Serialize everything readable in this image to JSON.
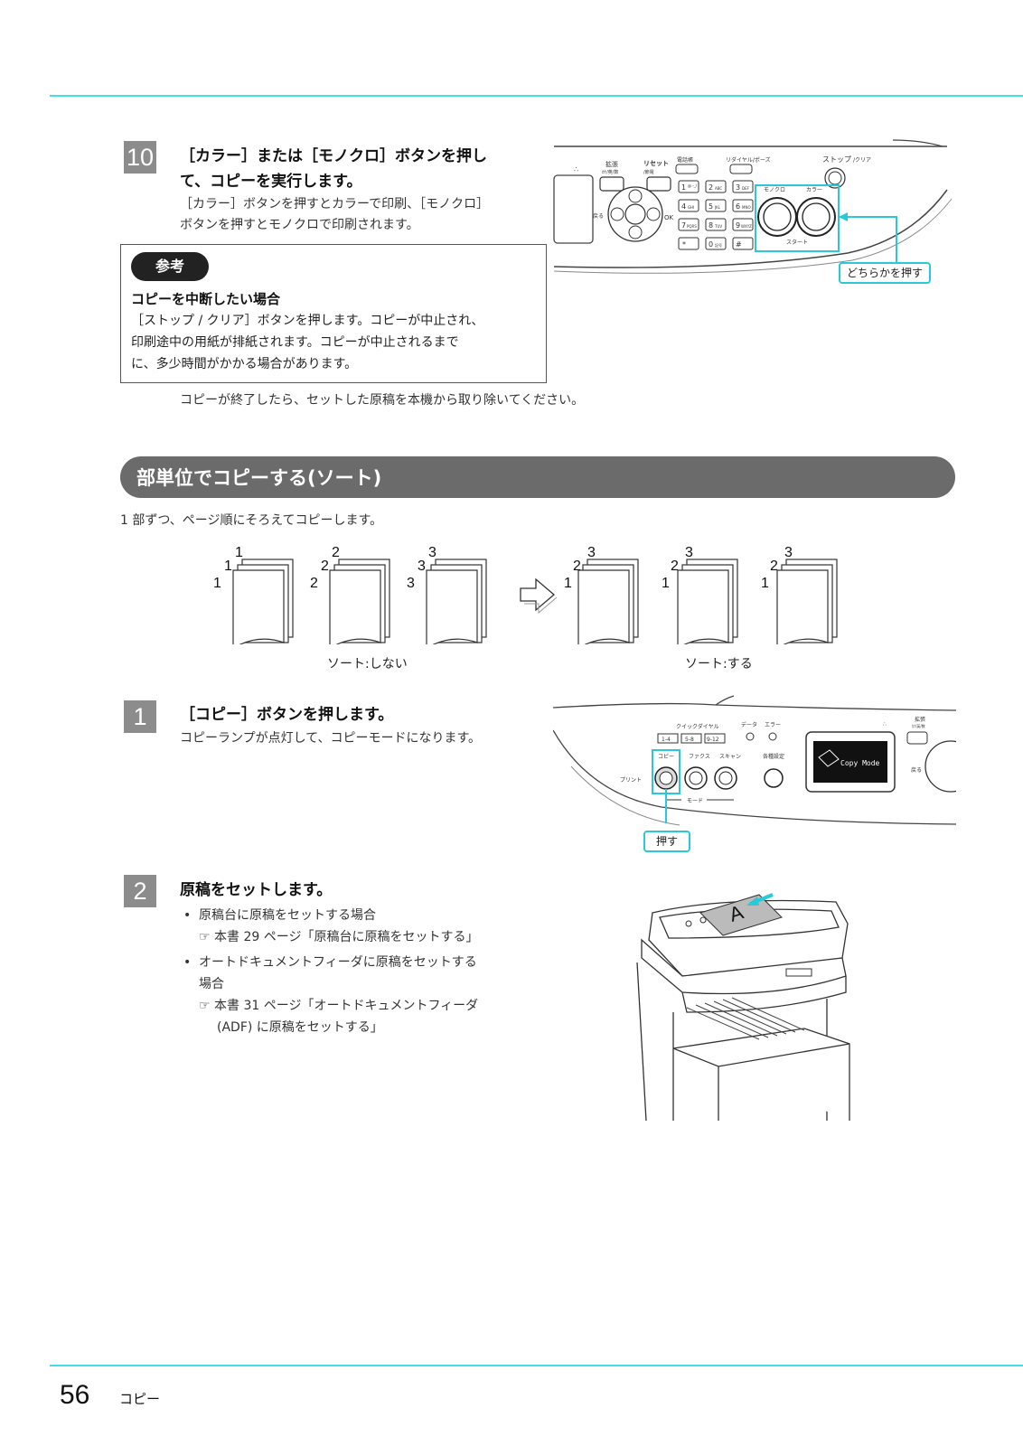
{
  "step10": {
    "number": "10",
    "title_line1": "［カラー］または［モノクロ］ボタンを押し",
    "title_line2": "て、コピーを実行します。",
    "body_line1": "［カラー］ボタンを押すとカラーで印刷、［モノクロ］",
    "body_line2": "ボタンを押すとモノクロで印刷されます。"
  },
  "note": {
    "badge": "参考",
    "title": "コピーを中断したい場合",
    "line1": "［ストップ / クリア］ボタンを押します。コピーが中止され、",
    "line2": "印刷途中の用紙が排紙されます。コピーが中止されるまで",
    "line3": "に、多少時間がかかる場合があります。"
  },
  "panel1": {
    "labels": {
      "reset": "リセット",
      "reset_sub": "/節電",
      "kakudai": "拡張",
      "kakudai_sub": "ｶﾅ/英/数",
      "denwacho": "電話帳",
      "redial": "リダイヤル/ポーズ",
      "stop": "ストップ",
      "stop_sub": "/クリア",
      "back": "戻る",
      "ok": "OK",
      "mono": "モノクロ",
      "color": "カラー",
      "start": "スタート",
      "keys": [
        "1",
        "2",
        "3",
        "4",
        "5",
        "6",
        "7",
        "8",
        "9",
        "*",
        "0",
        "#"
      ],
      "key_subs": [
        "@.-_/",
        "ABC",
        "DEF",
        "GHI",
        "JKL",
        "MNO",
        "PQRS",
        "TUV",
        "WXYZ",
        "",
        "記号",
        ""
      ]
    },
    "callout": "どちらかを押す"
  },
  "after_text": "コピーが終了したら、セットした原稿を本機から取り除いてください。",
  "section": {
    "title": "部単位でコピーする(ソート)",
    "intro": "1 部ずつ、ページ順にそろえてコピーします。"
  },
  "sort_diagram": {
    "left_stacks": [
      [
        "1",
        "1",
        "1"
      ],
      [
        "2",
        "2",
        "2"
      ],
      [
        "3",
        "3",
        "3"
      ]
    ],
    "right_stacks": [
      [
        "1",
        "2",
        "3"
      ],
      [
        "1",
        "2",
        "3"
      ],
      [
        "1",
        "2",
        "3"
      ]
    ],
    "label_no": "ソート:しない",
    "label_yes": "ソート:する"
  },
  "step1": {
    "number": "1",
    "title": "［コピー］ボタンを押します。",
    "body": "コピーランプが点灯して、コピーモードになります。"
  },
  "panel2": {
    "quick_dial": "クイックダイヤル",
    "qd_keys": [
      "1-4",
      "5-8",
      "9-12"
    ],
    "data": "データ",
    "error": "エラー",
    "copy": "コピー",
    "fax": "ファクス",
    "scan": "スキャン",
    "settings": "各種設定",
    "print": "プリント",
    "mode": "モード",
    "lcd": "Copy Mode",
    "kakudai": "拡張",
    "kakudai_sub": "ｶﾅ/英/数",
    "back": "戻る",
    "callout": "押す"
  },
  "step2": {
    "number": "2",
    "title": "原稿をセットします。",
    "bullet1": "原稿台に原稿をセットする場合",
    "ref1": "本書 29 ページ「原稿台に原稿をセットする」",
    "bullet2_line1": "オートドキュメントフィーダに原稿をセットする",
    "bullet2_line2": "場合",
    "ref2_line1": "本書 31 ページ「オートドキュメントフィーダ",
    "ref2_line2": "(ADF) に原稿をセットする」",
    "paper_letter": "A"
  },
  "footer": {
    "page": "56",
    "label": "コピー"
  },
  "colors": {
    "accent": "#3ee0ea",
    "callout": "#29c9da",
    "banner": "#6b6b6b",
    "stepnum": "#8c8c8c"
  }
}
